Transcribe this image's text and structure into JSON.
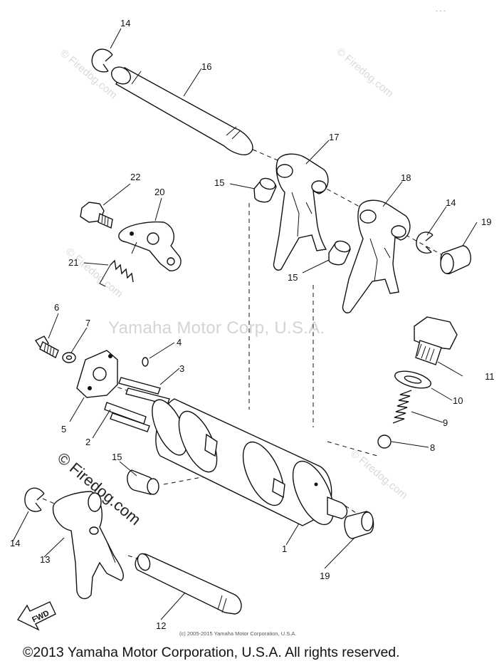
{
  "callouts": {
    "c1": "1",
    "c2": "2",
    "c4": "4",
    "c3": "3",
    "c5": "5",
    "c6": "6",
    "c7": "7",
    "c8": "8",
    "c9": "9",
    "c10": "10",
    "c11": "11",
    "c12": "12",
    "c13": "13",
    "c14a": "14",
    "c14b": "14",
    "c14c": "14",
    "c15a": "15",
    "c15b": "15",
    "c15c": "15",
    "c16": "16",
    "c17": "17",
    "c18": "18",
    "c19a": "19",
    "c19b": "19",
    "c20": "20",
    "c21": "21",
    "c22": "22"
  },
  "watermark": {
    "main": "Yamaha Motor Corp, U.S.A.",
    "firedog": "© Firedog.com"
  },
  "fwd_label": "FWD",
  "small_copyright": "(c) 2005-2015 Yamaha Motor Corporation, U.S.A.",
  "copyright": "©2013 Yamaha Motor Corporation, U.S.A. All rights reserved."
}
